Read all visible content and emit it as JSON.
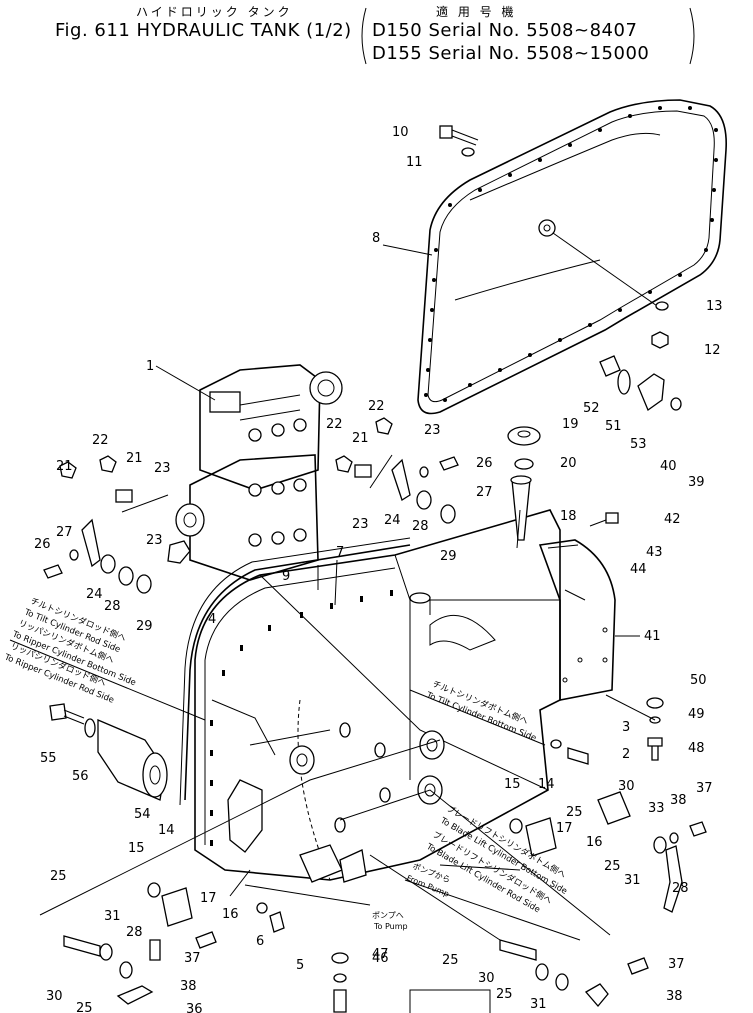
{
  "header": {
    "jp_title": "ハイドロリック タンク",
    "jp_applicable": "適 用 号 機",
    "fig_title": "Fig. 611 HYDRAULIC TANK (1/2)",
    "serial_1": "D150 Serial No. 5508~8407",
    "serial_2": "D155 Serial No. 5508~15000"
  },
  "notes": {
    "tilt_rod_jp": "チルトシリンダロッド側へ",
    "tilt_rod_en": "To Tilt Cylinder Rod Side",
    "ripper_bottom_jp": "リッパシリンダボトム側へ",
    "ripper_bottom_en": "To Ripper Cylinder Bottom Side",
    "ripper_rod_jp": "リッパシリンダロッド側へ",
    "ripper_rod_en": "To Ripper Cylinder Rod Side",
    "tilt_bottom_jp": "チルトシリンダボトム側へ",
    "tilt_bottom_en": "To Tilt Cylinder Bottom Side",
    "blade_bottom_jp": "ブレードリフトシリンダボトム側へ",
    "blade_bottom_en": "To Blade Lift Cylinder Bottom Side",
    "blade_rod_jp": "ブレードリフトシリンダロッド側へ",
    "blade_rod_en": "To Blade Lift Cylinder Rod Side",
    "pump_to_jp": "ポンプへ",
    "pump_to_en": "To Pump",
    "pump_from_jp": "ポンプから",
    "pump_from_en": "From Pump"
  },
  "callouts": {
    "c1": "1",
    "c2": "2",
    "c3": "3",
    "c4": "4",
    "c5": "5",
    "c6": "6",
    "c7": "7",
    "c8": "8",
    "c9": "9",
    "c10": "10",
    "c11": "11",
    "c12": "12",
    "c13": "13",
    "c14a": "14",
    "c14b": "14",
    "c15a": "15",
    "c15b": "15",
    "c16a": "16",
    "c16b": "16",
    "c17a": "17",
    "c17b": "17",
    "c18": "18",
    "c19": "19",
    "c20": "20",
    "c21a": "21",
    "c21b": "21",
    "c21c": "21",
    "c22a": "22",
    "c22b": "22",
    "c22c": "22",
    "c23a": "23",
    "c23b": "23",
    "c23c": "23",
    "c23d": "23",
    "c24a": "24",
    "c24b": "24",
    "c25a": "25",
    "c25b": "25",
    "c25c": "25",
    "c25d": "25",
    "c25e": "25",
    "c25f": "25",
    "c26a": "26",
    "c26b": "26",
    "c27a": "27",
    "c27b": "27",
    "c28a": "28",
    "c28b": "28",
    "c28c": "28",
    "c28d": "28",
    "c29a": "29",
    "c29b": "29",
    "c30a": "30",
    "c30b": "30",
    "c30c": "30",
    "c31a": "31",
    "c31b": "31",
    "c31c": "31",
    "c33": "33",
    "c36": "36",
    "c37a": "37",
    "c37b": "37",
    "c37c": "37",
    "c38a": "38",
    "c38b": "38",
    "c38c": "38",
    "c39": "39",
    "c40": "40",
    "c41": "41",
    "c42": "42",
    "c43": "43",
    "c44": "44",
    "c46": "46",
    "c47": "47",
    "c48": "48",
    "c49": "49",
    "c50": "50",
    "c51": "51",
    "c52": "52",
    "c53": "53",
    "c54": "54",
    "c55": "55",
    "c56": "56"
  }
}
